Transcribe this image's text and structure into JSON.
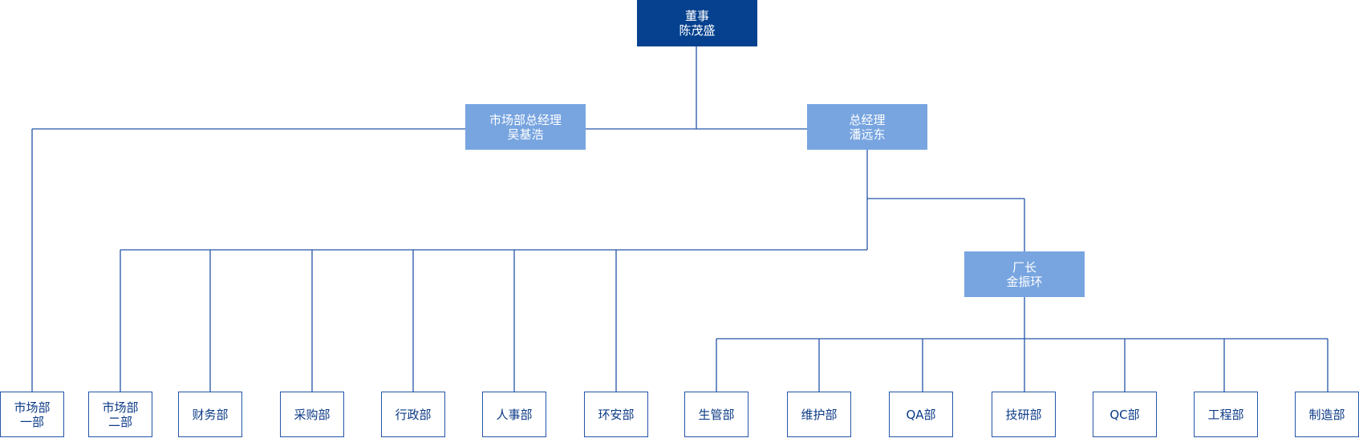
{
  "org_chart": {
    "root": {
      "title": "董事",
      "name": "陈茂盛"
    },
    "market_gm": {
      "title": "市场部总经理",
      "name": "吴基浩"
    },
    "gm": {
      "title": "总经理",
      "name": "潘远东"
    },
    "plant_mgr": {
      "title": "厂长",
      "name": "金振环"
    },
    "departments": {
      "market1": {
        "line1": "市场部",
        "line2": "一部"
      },
      "market2": {
        "line1": "市场部",
        "line2": "二部"
      },
      "finance": "财务部",
      "purchase": "采购部",
      "admin": "行政部",
      "hr": "人事部",
      "ehs": "环安部",
      "production_mgmt": "生管部",
      "maintenance": "维护部",
      "qa": "QA部",
      "rd": "技研部",
      "qc": "QC部",
      "engineering": "工程部",
      "manufacturing": "制造部"
    }
  },
  "colors": {
    "root_fill": "#05418f",
    "manager_fill": "#78a5e0",
    "line": "#2455a8",
    "leaf_text": "#0b3a86"
  }
}
